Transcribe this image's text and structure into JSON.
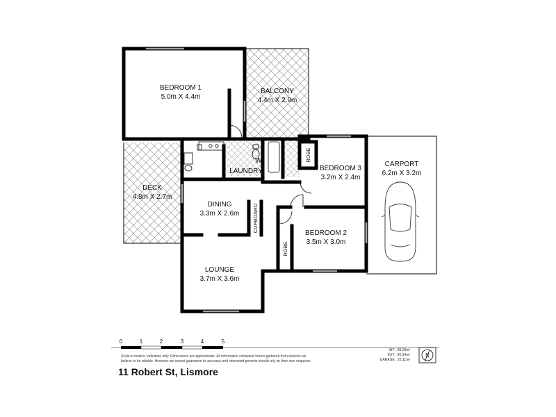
{
  "rooms": {
    "bedroom1": {
      "name": "BEDROOM 1",
      "size": "5.0m X 4.4m"
    },
    "balcony": {
      "name": "BALCONY",
      "size": "4.4m X 2.9m"
    },
    "deck": {
      "name": "DECK",
      "size": "4.8m X 2.7m"
    },
    "laundry": {
      "name": "LAUNDRY"
    },
    "bedroom3": {
      "name": "BEDROOM 3",
      "size": "3.2m X 2.4m"
    },
    "carport": {
      "name": "CARPORT",
      "size": "6.2m X 3.2m"
    },
    "dining": {
      "name": "DINING",
      "size": "3.3m X 2.6m"
    },
    "cupboard": {
      "name": "CUPBOARD"
    },
    "bedroom2": {
      "name": "BEDROOM 2",
      "size": "3.5m X 3.0m"
    },
    "lounge": {
      "name": "LOUNGE",
      "size": "3.7m X 3.6m"
    },
    "robe_bed3": {
      "name": "ROBE"
    },
    "robe_bed2": {
      "name": "ROBE"
    },
    "w_mark": "W"
  },
  "scale": {
    "ticks": [
      "0",
      "1",
      "2",
      "3",
      "4",
      "5"
    ]
  },
  "disclaimer": {
    "line1": "Scale in meters, indicative only. Dimensions are approximate. All information contained herein gathered from sources we",
    "line2": "believe to be reliable. However we cannot guarantee its accuracy and interested persons should rely on their own enquiries."
  },
  "areas": {
    "int": "INT : 98.28m²",
    "ext": "EXT : 26.34m²",
    "garage": "GARAGE : 22.11m²"
  },
  "compass": {
    "label": "N"
  },
  "address": "11 Robert St, Lismore",
  "colors": {
    "walls": "#000000",
    "hatch": "#9a9a9a",
    "background": "#ffffff"
  }
}
